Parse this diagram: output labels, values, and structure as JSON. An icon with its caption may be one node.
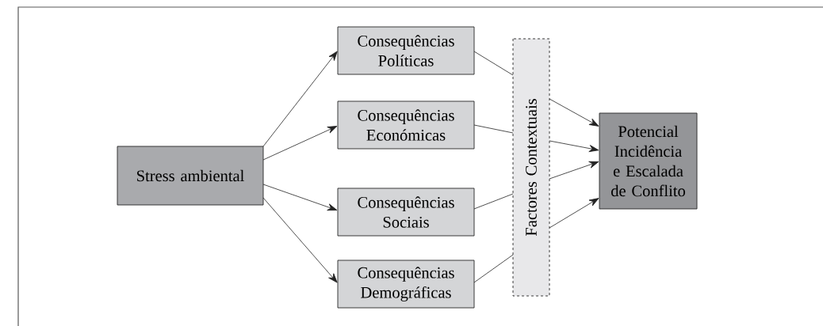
{
  "diagram": {
    "nodes": [
      {
        "text": [
          "Stress ambiental"
        ]
      },
      {
        "text": [
          "Consequências Políticas"
        ]
      },
      {
        "text": [
          "Consequências Económicas"
        ]
      },
      {
        "text": [
          "Consequências Sociais"
        ]
      },
      {
        "text": [
          "Consequências Demográficas"
        ]
      },
      {
        "text": [
          "Factores Contextuais"
        ]
      },
      {
        "text": [
          "Potencial Incidência e Escalada de Conflito"
        ]
      }
    ],
    "edges": [
      {
        "from": 0,
        "to": 1,
        "arrow": "to"
      },
      {
        "from": 0,
        "to": 2,
        "arrow": "to"
      },
      {
        "from": 0,
        "to": 3,
        "arrow": "to"
      },
      {
        "from": 0,
        "to": 4,
        "arrow": "to"
      },
      {
        "from": 1,
        "to": 5,
        "arrow": "none"
      },
      {
        "from": 2,
        "to": 5,
        "arrow": "none"
      },
      {
        "from": 3,
        "to": 5,
        "arrow": "none"
      },
      {
        "from": 4,
        "to": 5,
        "arrow": "none"
      },
      {
        "from": 5,
        "to": 6,
        "arrow": "to"
      },
      {
        "from": 5,
        "to": 6,
        "arrow": "to"
      },
      {
        "from": 5,
        "to": 6,
        "arrow": "to"
      },
      {
        "from": 5,
        "to": 6,
        "arrow": "to"
      }
    ]
  }
}
